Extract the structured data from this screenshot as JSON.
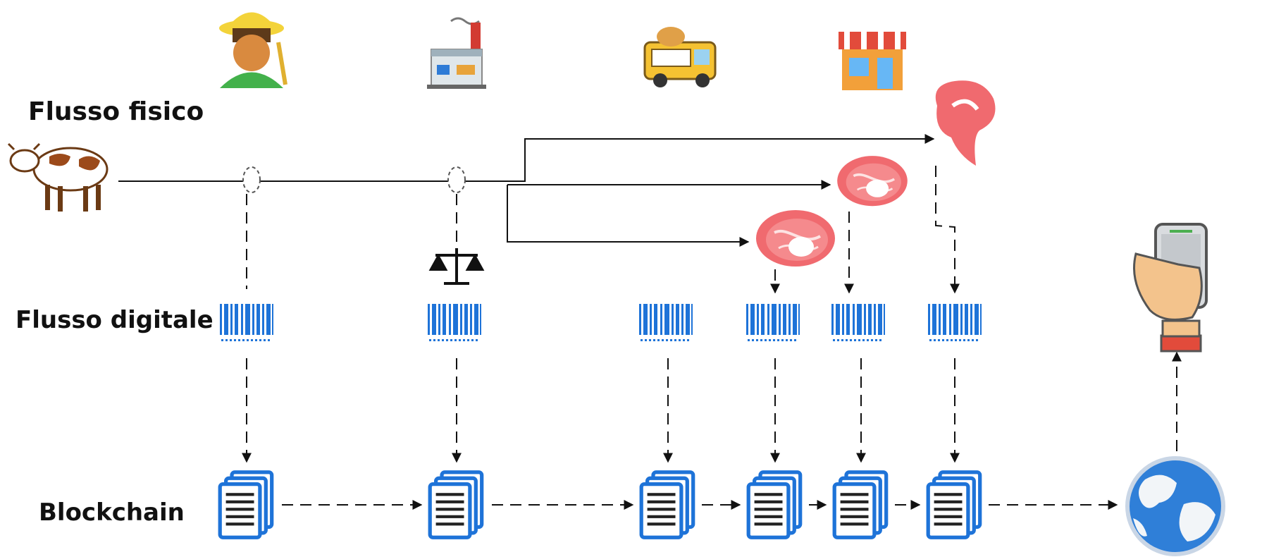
{
  "labels": {
    "physical_flow": "Flusso fisico",
    "digital_flow": "Flusso digitale",
    "blockchain": "Blockchain"
  },
  "stages": [
    {
      "icon": "farmer-icon"
    },
    {
      "icon": "factory-icon"
    },
    {
      "icon": "food-truck-icon"
    },
    {
      "icon": "shop-icon"
    }
  ],
  "colors": {
    "barcode": "#1e73d8",
    "document": "#1e73d8",
    "meat": "#f06a6f",
    "line": "#111111"
  }
}
